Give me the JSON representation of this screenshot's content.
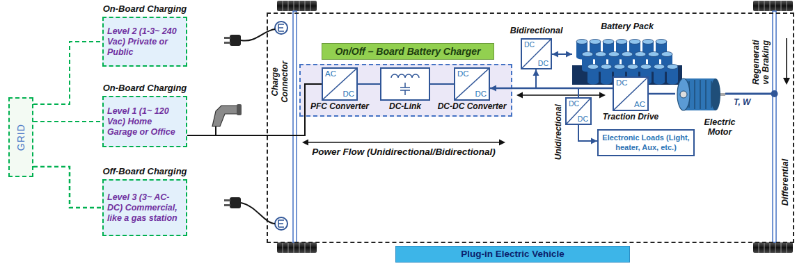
{
  "diagram": {
    "nodes": [
      {
        "text": [
          "GRID"
        ]
      },
      {
        "text": [
          "On-Board Charging",
          "Level 2 (1-3~ 240 Vac) Private or Public"
        ]
      },
      {
        "text": [
          "On-Board Charging",
          "Level 1 (1~ 120 Vac) Home Garage or Office"
        ]
      },
      {
        "text": [
          "Off-Board Charging",
          "Level 3 (3~ AC-DC) Commercial, like a gas station"
        ]
      },
      {
        "text": [
          "Plug-in Electric Vehicle"
        ]
      },
      {
        "text": [
          "On/Off – Board Battery Charger"
        ],
        "in": 4
      },
      {
        "text": [
          "AC",
          "DC",
          "PFC Converter"
        ],
        "in": 5
      },
      {
        "text": [
          "DC-Link"
        ],
        "in": 5
      },
      {
        "text": [
          "DC",
          "DC",
          "DC-DC Converter"
        ],
        "in": 5
      },
      {
        "text": [
          "Bidirectional",
          "DC",
          "DC"
        ],
        "in": 4
      },
      {
        "text": [
          "Battery Pack"
        ],
        "in": 4
      },
      {
        "text": [
          "Unidirectional",
          "DC",
          "DC"
        ],
        "in": 4
      },
      {
        "text": [
          "Electronic Loads (Light, heater, Aux, etc.)"
        ],
        "in": 4
      },
      {
        "text": [
          "DC",
          "AC",
          "Traction Drive"
        ],
        "in": 4
      },
      {
        "text": [
          "Electric Motor"
        ],
        "in": 4
      }
    ],
    "edges": [
      {
        "from": 0,
        "to": 1,
        "arrow": "none"
      },
      {
        "from": 0,
        "to": 2,
        "arrow": "none"
      },
      {
        "from": 0,
        "to": 3,
        "arrow": "none"
      },
      {
        "from": 2,
        "to": 6,
        "arrow": "none"
      },
      {
        "from": 6,
        "to": 7,
        "arrow": "none"
      },
      {
        "from": 7,
        "to": 8,
        "arrow": "none"
      },
      {
        "from": 8,
        "to": 13,
        "arrow": "none"
      },
      {
        "from": 8,
        "to": 9,
        "arrow": "both"
      },
      {
        "from": 9,
        "to": 10,
        "arrow": "both"
      },
      {
        "from": 8,
        "to": 11,
        "arrow": "none"
      },
      {
        "from": 11,
        "to": 12,
        "arrow": "to"
      },
      {
        "from": 13,
        "to": 14,
        "arrow": "none"
      }
    ],
    "labels": [
      "Charge Connector",
      "Power Flow (Unidirectional/Bidirectional)",
      "T, W",
      "Regenerati ve Braking",
      "Differential"
    ]
  }
}
